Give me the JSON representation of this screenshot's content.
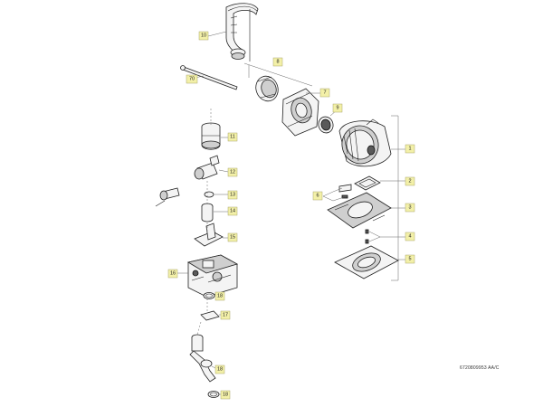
{
  "diagram": {
    "reference_code": "6720809953 AA/C",
    "callouts": [
      {
        "id": "c10",
        "text": "10"
      },
      {
        "id": "c70",
        "text": "70"
      },
      {
        "id": "c8",
        "text": "8"
      },
      {
        "id": "c7",
        "text": "7"
      },
      {
        "id": "c9",
        "text": "9"
      },
      {
        "id": "c11",
        "text": "11"
      },
      {
        "id": "c12",
        "text": "12"
      },
      {
        "id": "c13",
        "text": "13"
      },
      {
        "id": "c14",
        "text": "14"
      },
      {
        "id": "c15",
        "text": "15"
      },
      {
        "id": "c16",
        "text": "16"
      },
      {
        "id": "c18a",
        "text": "18"
      },
      {
        "id": "c17",
        "text": "17"
      },
      {
        "id": "c18b",
        "text": "18"
      },
      {
        "id": "c19",
        "text": "18"
      },
      {
        "id": "c1",
        "text": "1"
      },
      {
        "id": "c2",
        "text": "2"
      },
      {
        "id": "c3",
        "text": "3"
      },
      {
        "id": "c4",
        "text": "4"
      },
      {
        "id": "c5",
        "text": "5"
      },
      {
        "id": "c6",
        "text": "6"
      }
    ]
  }
}
